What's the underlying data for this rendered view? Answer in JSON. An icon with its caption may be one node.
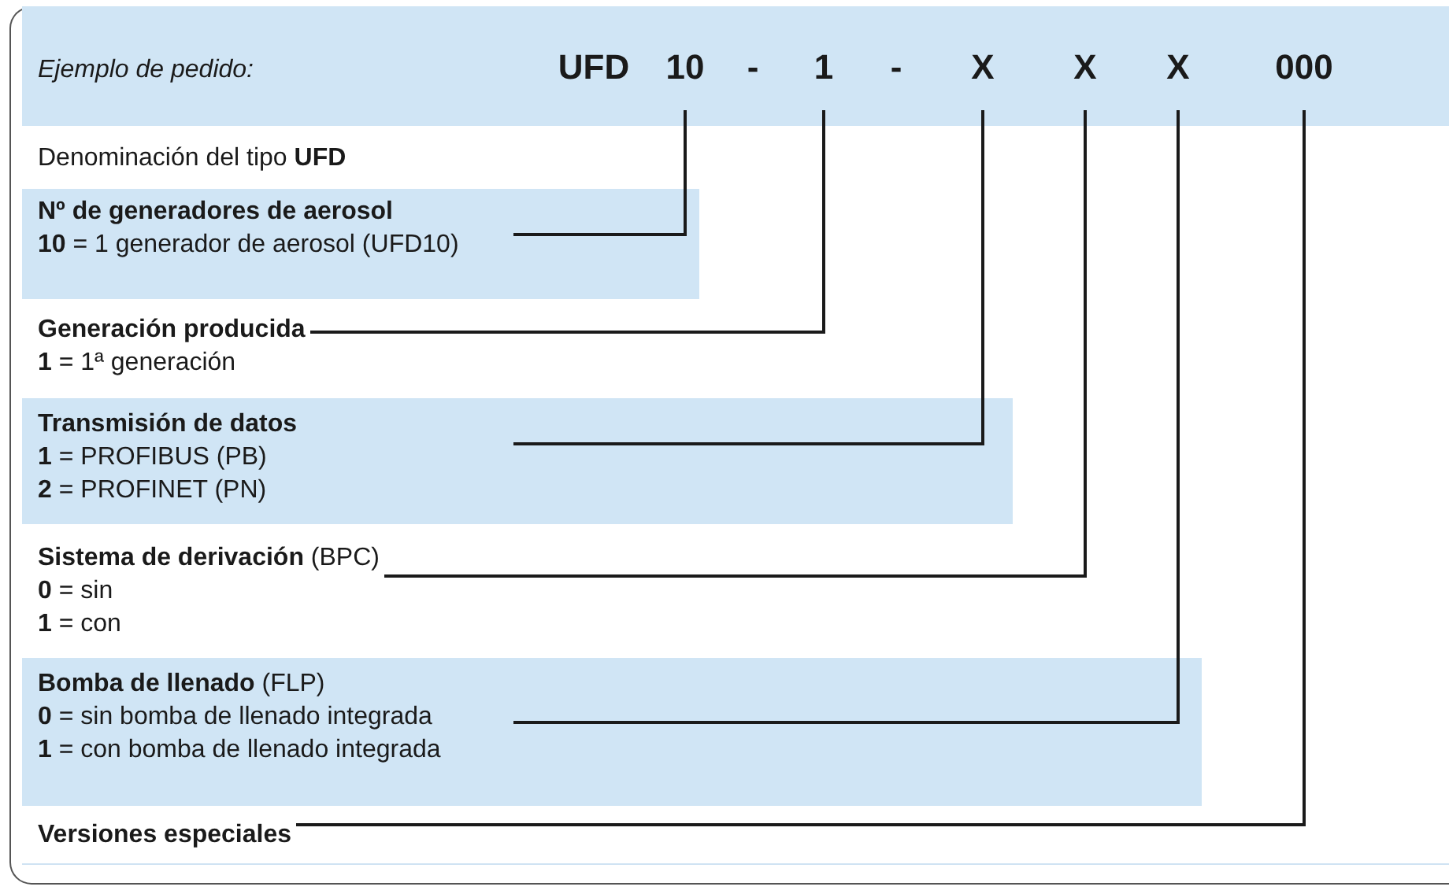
{
  "diagram": {
    "nodes": [
      {
        "text": [
          "Ejemplo de pedido:"
        ]
      },
      {
        "text": [
          "UFD"
        ],
        "in": 0
      },
      {
        "text": [
          "10"
        ],
        "in": 0
      },
      {
        "text": [
          "-"
        ],
        "in": 0
      },
      {
        "text": [
          "1"
        ],
        "in": 0
      },
      {
        "text": [
          "-"
        ],
        "in": 0
      },
      {
        "text": [
          "X"
        ],
        "in": 0
      },
      {
        "text": [
          "X"
        ],
        "in": 0
      },
      {
        "text": [
          "X"
        ],
        "in": 0
      },
      {
        "text": [
          "000"
        ],
        "in": 0
      },
      {
        "text": [
          "Nº de generadores de aerosol",
          "**10** = 1 generador de aerosol (UFD10)"
        ]
      },
      {
        "text": [
          "Generación producida",
          "**1** = 1ª generación"
        ]
      },
      {
        "text": [
          "Transmisión de datos",
          "**1** = PROFIBUS (PB)",
          "**2** = PROFINET (PN)"
        ]
      },
      {
        "text": [
          "**Sistema de derivación** (BPC)",
          "**0** = sin",
          "**1** = con"
        ]
      },
      {
        "text": [
          "**Bomba de llenado** (FLP)",
          "**0** = sin bomba de llenado integrada",
          "**1** = con bomba de llenado integrada"
        ]
      },
      {
        "text": [
          "Versiones especiales"
        ]
      }
    ],
    "edges": [
      {
        "from": 10,
        "to": 2,
        "arrow": "none"
      },
      {
        "from": 11,
        "to": 4,
        "arrow": "none"
      },
      {
        "from": 12,
        "to": 6,
        "arrow": "none"
      },
      {
        "from": 13,
        "to": 7,
        "arrow": "none"
      },
      {
        "from": 14,
        "to": 8,
        "arrow": "none"
      },
      {
        "from": 15,
        "to": 9,
        "arrow": "none"
      }
    ],
    "labels": [
      "Denominación del tipo **UFD**"
    ]
  }
}
